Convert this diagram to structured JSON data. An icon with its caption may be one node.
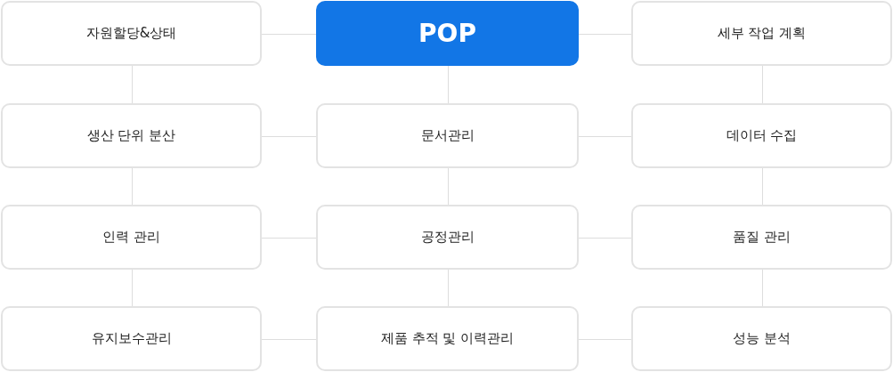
{
  "diagram": {
    "nodes": [
      {
        "text": [
          "자원할당&상태"
        ]
      },
      {
        "text": [
          "POP"
        ]
      },
      {
        "text": [
          "세부 작업 계획"
        ]
      },
      {
        "text": [
          "생산 단위 분산"
        ]
      },
      {
        "text": [
          "문서관리"
        ]
      },
      {
        "text": [
          "데이터 수집"
        ]
      },
      {
        "text": [
          "인력 관리"
        ]
      },
      {
        "text": [
          "공정관리"
        ]
      },
      {
        "text": [
          "품질 관리"
        ]
      },
      {
        "text": [
          "유지보수관리"
        ]
      },
      {
        "text": [
          "제품 추적 및 이력관리"
        ]
      },
      {
        "text": [
          "성능 분석"
        ]
      }
    ],
    "edges": [
      {
        "from": 0,
        "to": 1,
        "arrow": "none"
      },
      {
        "from": 1,
        "to": 2,
        "arrow": "none"
      },
      {
        "from": 3,
        "to": 4,
        "arrow": "none"
      },
      {
        "from": 4,
        "to": 5,
        "arrow": "none"
      },
      {
        "from": 6,
        "to": 7,
        "arrow": "none"
      },
      {
        "from": 7,
        "to": 8,
        "arrow": "none"
      },
      {
        "from": 9,
        "to": 10,
        "arrow": "none"
      },
      {
        "from": 10,
        "to": 11,
        "arrow": "none"
      },
      {
        "from": 0,
        "to": 3,
        "arrow": "none"
      },
      {
        "from": 3,
        "to": 6,
        "arrow": "none"
      },
      {
        "from": 6,
        "to": 9,
        "arrow": "none"
      },
      {
        "from": 1,
        "to": 4,
        "arrow": "none"
      },
      {
        "from": 4,
        "to": 7,
        "arrow": "none"
      },
      {
        "from": 7,
        "to": 10,
        "arrow": "none"
      },
      {
        "from": 2,
        "to": 5,
        "arrow": "none"
      },
      {
        "from": 5,
        "to": 8,
        "arrow": "none"
      },
      {
        "from": 8,
        "to": 11,
        "arrow": "none"
      }
    ]
  }
}
